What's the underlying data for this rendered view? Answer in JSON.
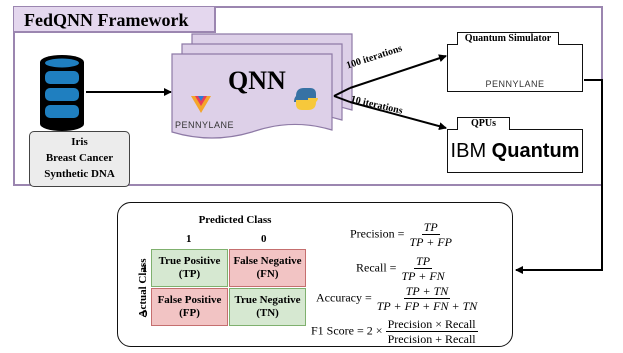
{
  "framework": {
    "title": "FedQNN Framework",
    "dataset_lines": [
      "Iris",
      "Breast Cancer",
      "Synthetic DNA"
    ],
    "qnn_label": "QNN",
    "qnn_brand": "PENNYLANE",
    "edge_100": "100 iterations",
    "edge_10": "10 iterations",
    "simulator": {
      "title": "Quantum Simulator",
      "brand": "PENNYLANE"
    },
    "qpus": {
      "title": "QPUs",
      "brand_plain": "IBM ",
      "brand_bold": "Quantum"
    }
  },
  "metrics": {
    "predicted_label": "Predicted Class",
    "actual_label": "Actual Class",
    "col_1": "1",
    "col_0": "0",
    "row_1": "1",
    "row_0": "0",
    "cells": {
      "tp": [
        "True Positive",
        "(TP)"
      ],
      "fn": [
        "False Negative",
        "(FN)"
      ],
      "fp": [
        "False Positive",
        "(FP)"
      ],
      "tn": [
        "True Negative",
        "(TN)"
      ]
    },
    "formulas": {
      "precision": {
        "name": "Precision",
        "num": "TP",
        "den": "TP + FP"
      },
      "recall": {
        "name": "Recall",
        "num": "TP",
        "den": "TP + FN"
      },
      "accuracy": {
        "name": "Accuracy",
        "num": "TP + TN",
        "den": "TP + FP + FN + TN"
      },
      "f1": {
        "name": "F1 Score",
        "prefix": "2 ×",
        "num": "Precision × Recall",
        "den": "Precision + Recall"
      }
    }
  },
  "colors": {
    "frame_border": "#9b86b0",
    "title_fill": "#e4d7ee",
    "card_fill": "#ddd0e8",
    "database_blue": "#1f7fc0",
    "positive_fill": "#d6e8d1",
    "negative_fill": "#f2c4c4"
  },
  "icons": [
    "database-icon",
    "pennylane-logo-icon",
    "python-logo-icon",
    "arrow-icon"
  ]
}
